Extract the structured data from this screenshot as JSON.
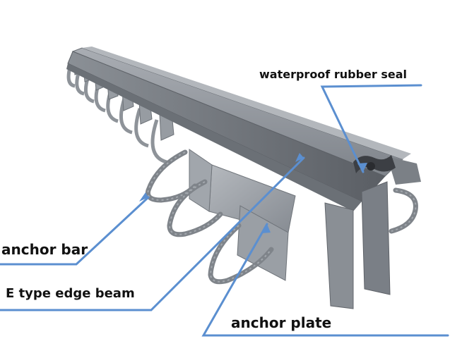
{
  "labels": {
    "waterproof_rubber_seal": "waterproof rubber seal",
    "anchor_bar": "anchor bar",
    "e_type_edge_beam": "E type edge beam",
    "anchor_plate": "anchor plate"
  },
  "colors": {
    "leader_line": "#5b8fd0",
    "steel_dark": "#55595f",
    "steel_mid": "#7d8289",
    "steel_light": "#a7abb1",
    "rubber_seal": "#3c3f44",
    "label_text": "#111111",
    "background": "#ffffff"
  }
}
